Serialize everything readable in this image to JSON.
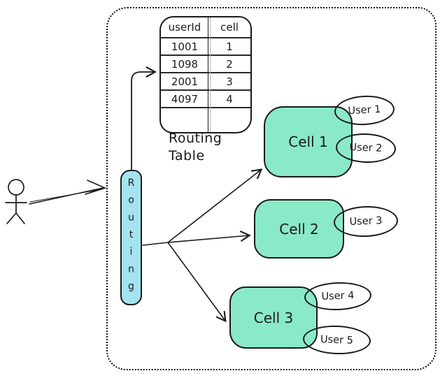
{
  "colors": {
    "stroke": "#1b1b1b",
    "cell_fill": "#8ae9c6",
    "routing_fill": "#a5e3f0",
    "background": "#ffffff"
  },
  "icons": {
    "actor": "stick-figure-actor",
    "arrows": "hand-drawn-open-arrowheads"
  },
  "routing_node": {
    "label": "Routing"
  },
  "routing_table": {
    "caption": "Routing Table",
    "headers": [
      "userId",
      "cell"
    ],
    "rows": [
      [
        "1001",
        "1"
      ],
      [
        "1098",
        "2"
      ],
      [
        "2001",
        "3"
      ],
      [
        "4097",
        "4"
      ]
    ]
  },
  "cells": [
    {
      "label": "Cell 1"
    },
    {
      "label": "Cell 2"
    },
    {
      "label": "Cell 3"
    }
  ],
  "users": [
    {
      "label": "User 1"
    },
    {
      "label": "User 2"
    },
    {
      "label": "User 3"
    },
    {
      "label": "User 4"
    },
    {
      "label": "User 5"
    }
  ]
}
